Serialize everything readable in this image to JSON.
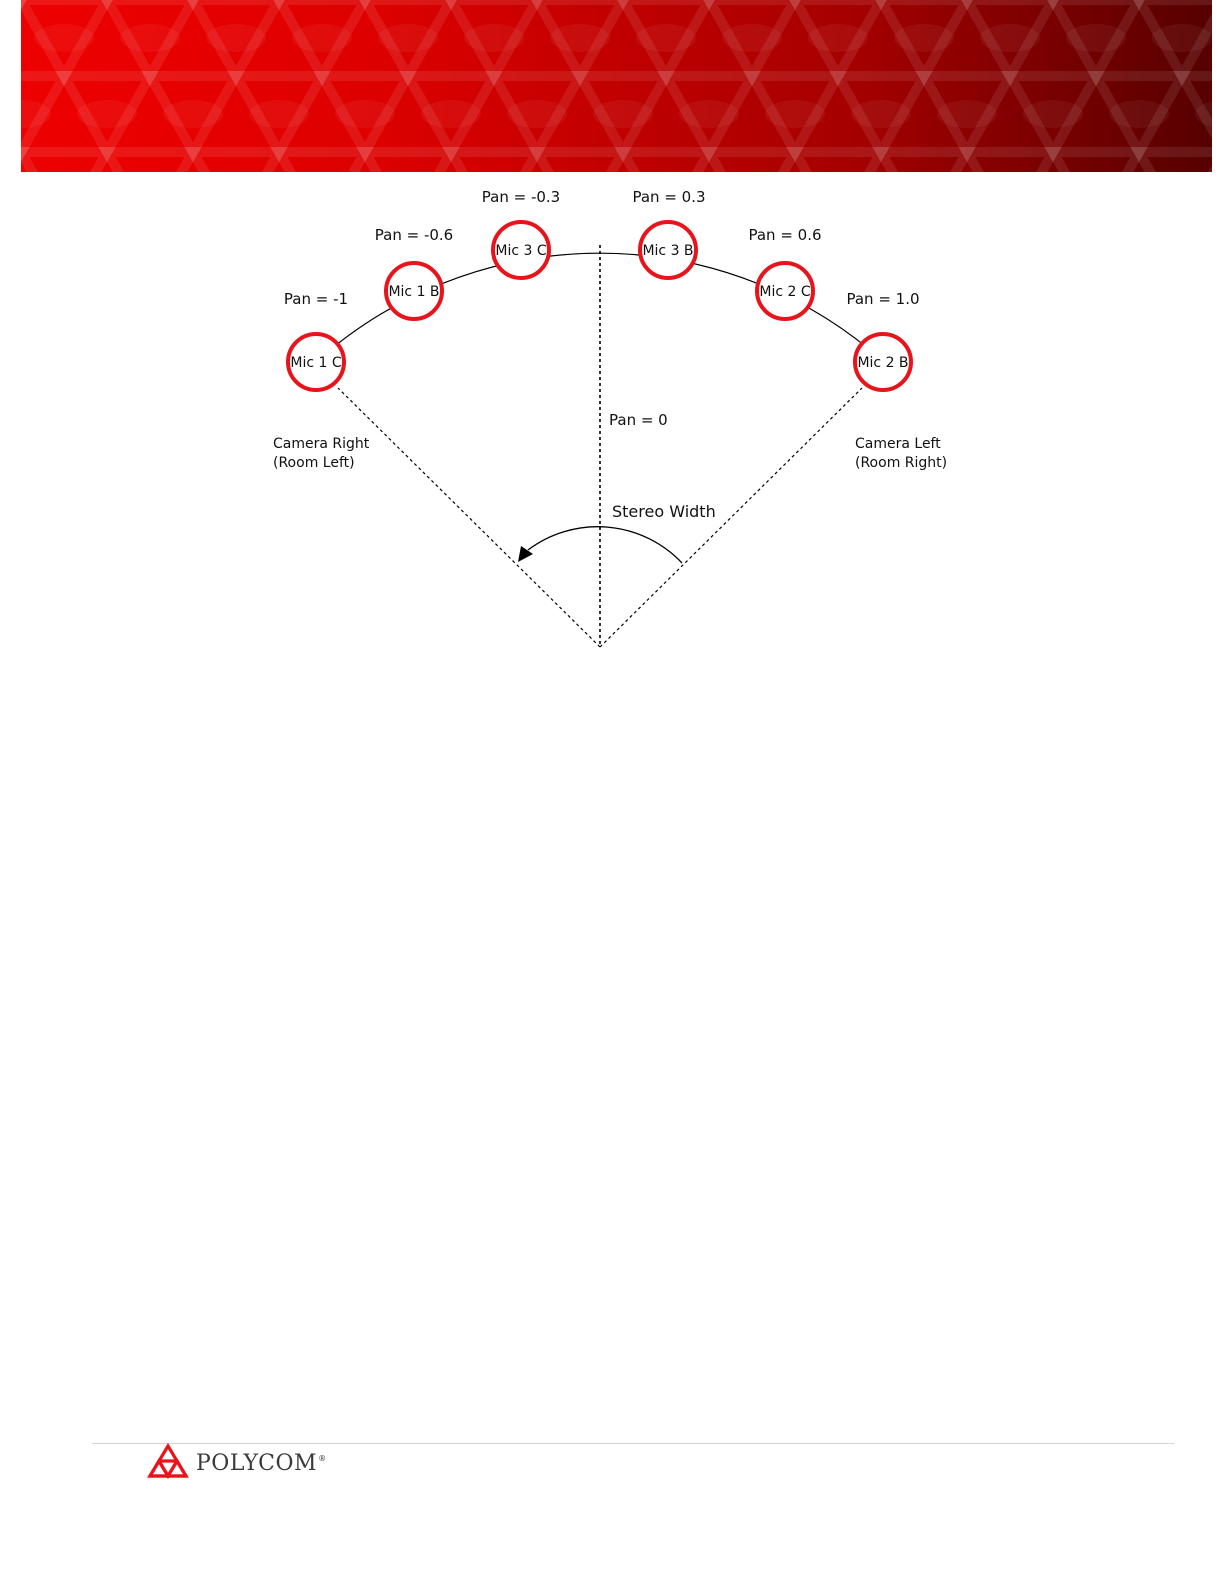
{
  "banner": {
    "gradient": [
      "#ee0000",
      "#dd0000",
      "#a50000",
      "#560000"
    ]
  },
  "diagram": {
    "microphones": [
      {
        "label": "Mic 1 C",
        "pan_label": "Pan = -1"
      },
      {
        "label": "Mic 1 B",
        "pan_label": "Pan = -0.6"
      },
      {
        "label": "Mic 3 C",
        "pan_label": "Pan = -0.3"
      },
      {
        "label": "Mic 3 B",
        "pan_label": "Pan = 0.3"
      },
      {
        "label": "Mic 2 C",
        "pan_label": "Pan = 0.6"
      },
      {
        "label": "Mic 2 B",
        "pan_label": "Pan = 1.0"
      }
    ],
    "center_label": "Pan = 0",
    "left_side": {
      "line1": "Camera Right",
      "line2": "(Room Left)"
    },
    "right_side": {
      "line1": "Camera Left",
      "line2": "(Room Right)"
    },
    "angle_label": "Stereo Width",
    "mic_ring_color": "#e8141b"
  },
  "footer": {
    "logo_text": "POLYCOM",
    "logo_registered": "®",
    "logo_color": "#e8141b"
  }
}
